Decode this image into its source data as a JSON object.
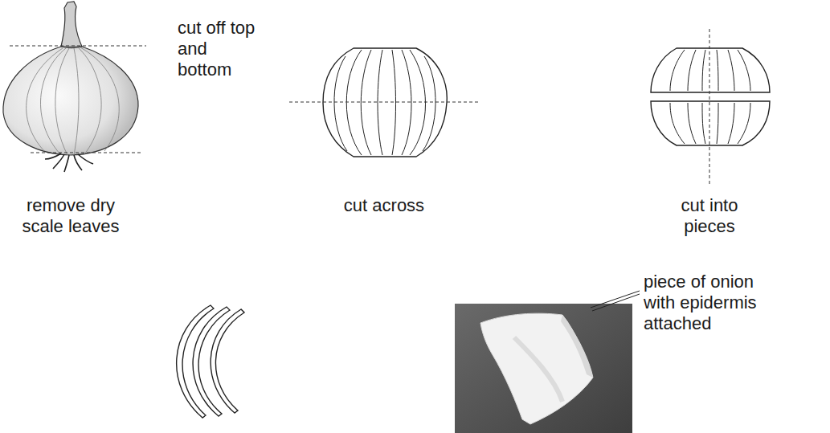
{
  "diagram": {
    "labels": [
      "cut off top and bottom",
      "remove dry scale leaves",
      "cut across",
      "cut into pieces",
      "piece of onion with epidermis attached"
    ]
  }
}
